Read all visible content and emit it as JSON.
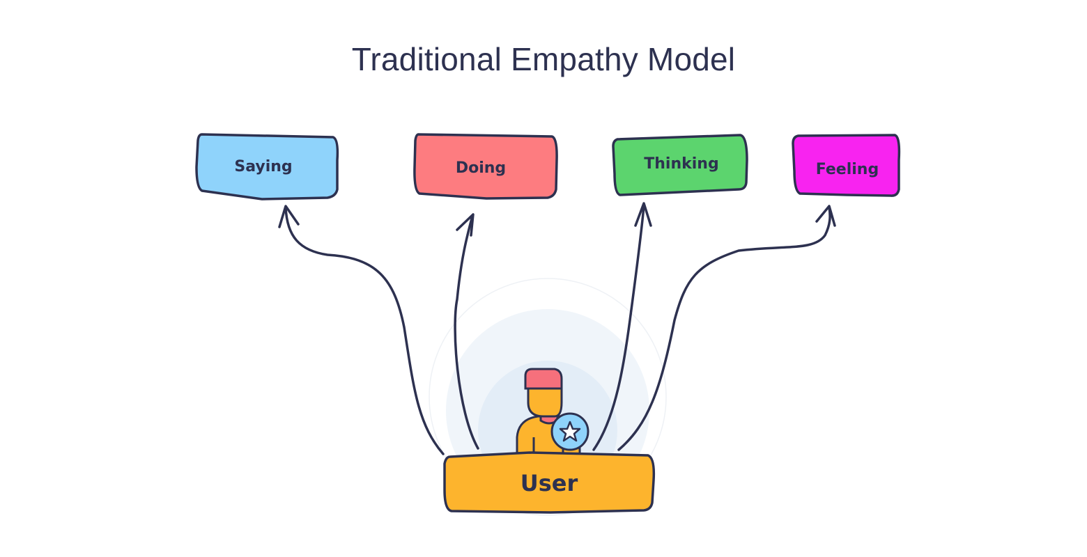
{
  "title": "Traditional Empathy Model",
  "boxes": [
    {
      "id": "saying",
      "label": "Saying",
      "color": "#8fd3fb"
    },
    {
      "id": "doing",
      "label": "Doing",
      "color": "#fd7c80"
    },
    {
      "id": "thinking",
      "label": "Thinking",
      "color": "#5cd46e"
    },
    {
      "id": "feeling",
      "label": "Feeling",
      "color": "#f823f0"
    }
  ],
  "user": {
    "label": "User",
    "color": "#fdb42d"
  },
  "colors": {
    "ink": "#2d3150",
    "hair": "#f6707c",
    "skin": "#fdb42d",
    "badge": "#8fd3fb",
    "halo": "#e8f0f8"
  }
}
